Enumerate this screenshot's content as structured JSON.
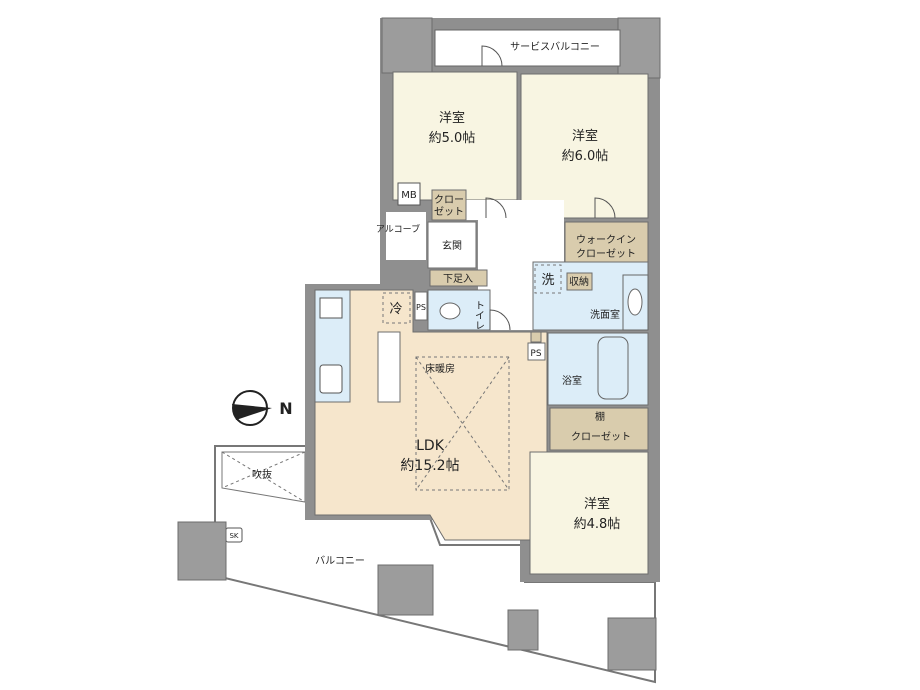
{
  "floor_plan": {
    "rooms": {
      "service_balcony": "サービスバルコニー",
      "bedroom1": {
        "name": "洋室",
        "size": "約5.0帖"
      },
      "bedroom2": {
        "name": "洋室",
        "size": "約6.0帖"
      },
      "bedroom3": {
        "name": "洋室",
        "size": "約4.8帖"
      },
      "closet1": [
        "クロー",
        "ゼット"
      ],
      "mb": "MB",
      "alcove": "アルコーブ",
      "entrance": "玄関",
      "shoe_storage": "下足入",
      "walk_in_closet": [
        "ウォークイン",
        "クローゼット"
      ],
      "washer": "洗",
      "storage": "収納",
      "washroom": "洗面室",
      "toilet": "トイレ",
      "fridge": "冷",
      "ps": "PS",
      "shelf": "棚",
      "bathroom": "浴室",
      "closet2": "クローゼット",
      "floor_heating": "床暖房",
      "ldk": {
        "name": "LDK",
        "size": "約15.2帖"
      },
      "void": "吹抜",
      "balcony": "バルコニー",
      "sk": "SK"
    },
    "compass": "N",
    "colors": {
      "bedroom": "#f8f5e2",
      "ldk": "#f6e6cc",
      "wet": "#dcedf8",
      "closet": "#d9ccad",
      "wall": "#8f8f8f"
    }
  }
}
